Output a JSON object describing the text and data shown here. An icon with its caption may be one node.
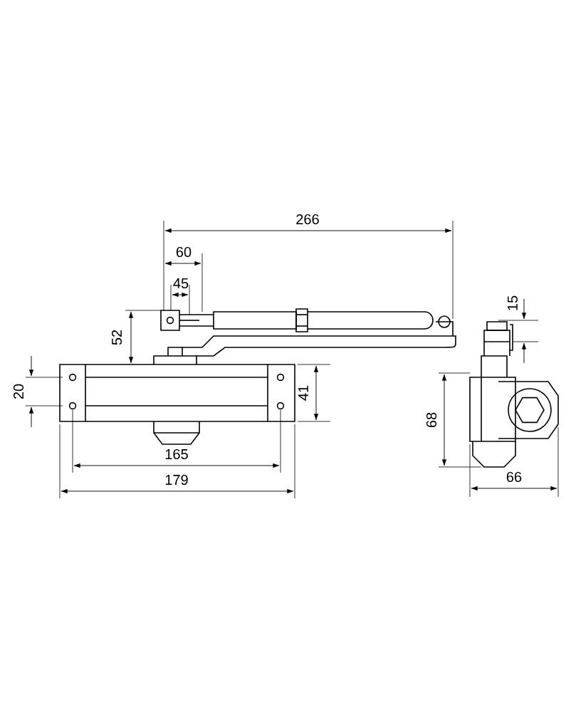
{
  "diagram": {
    "labels": [
      "266",
      "60",
      "45",
      "15",
      "52",
      "20",
      "41",
      "68",
      "165",
      "179",
      "66"
    ]
  }
}
